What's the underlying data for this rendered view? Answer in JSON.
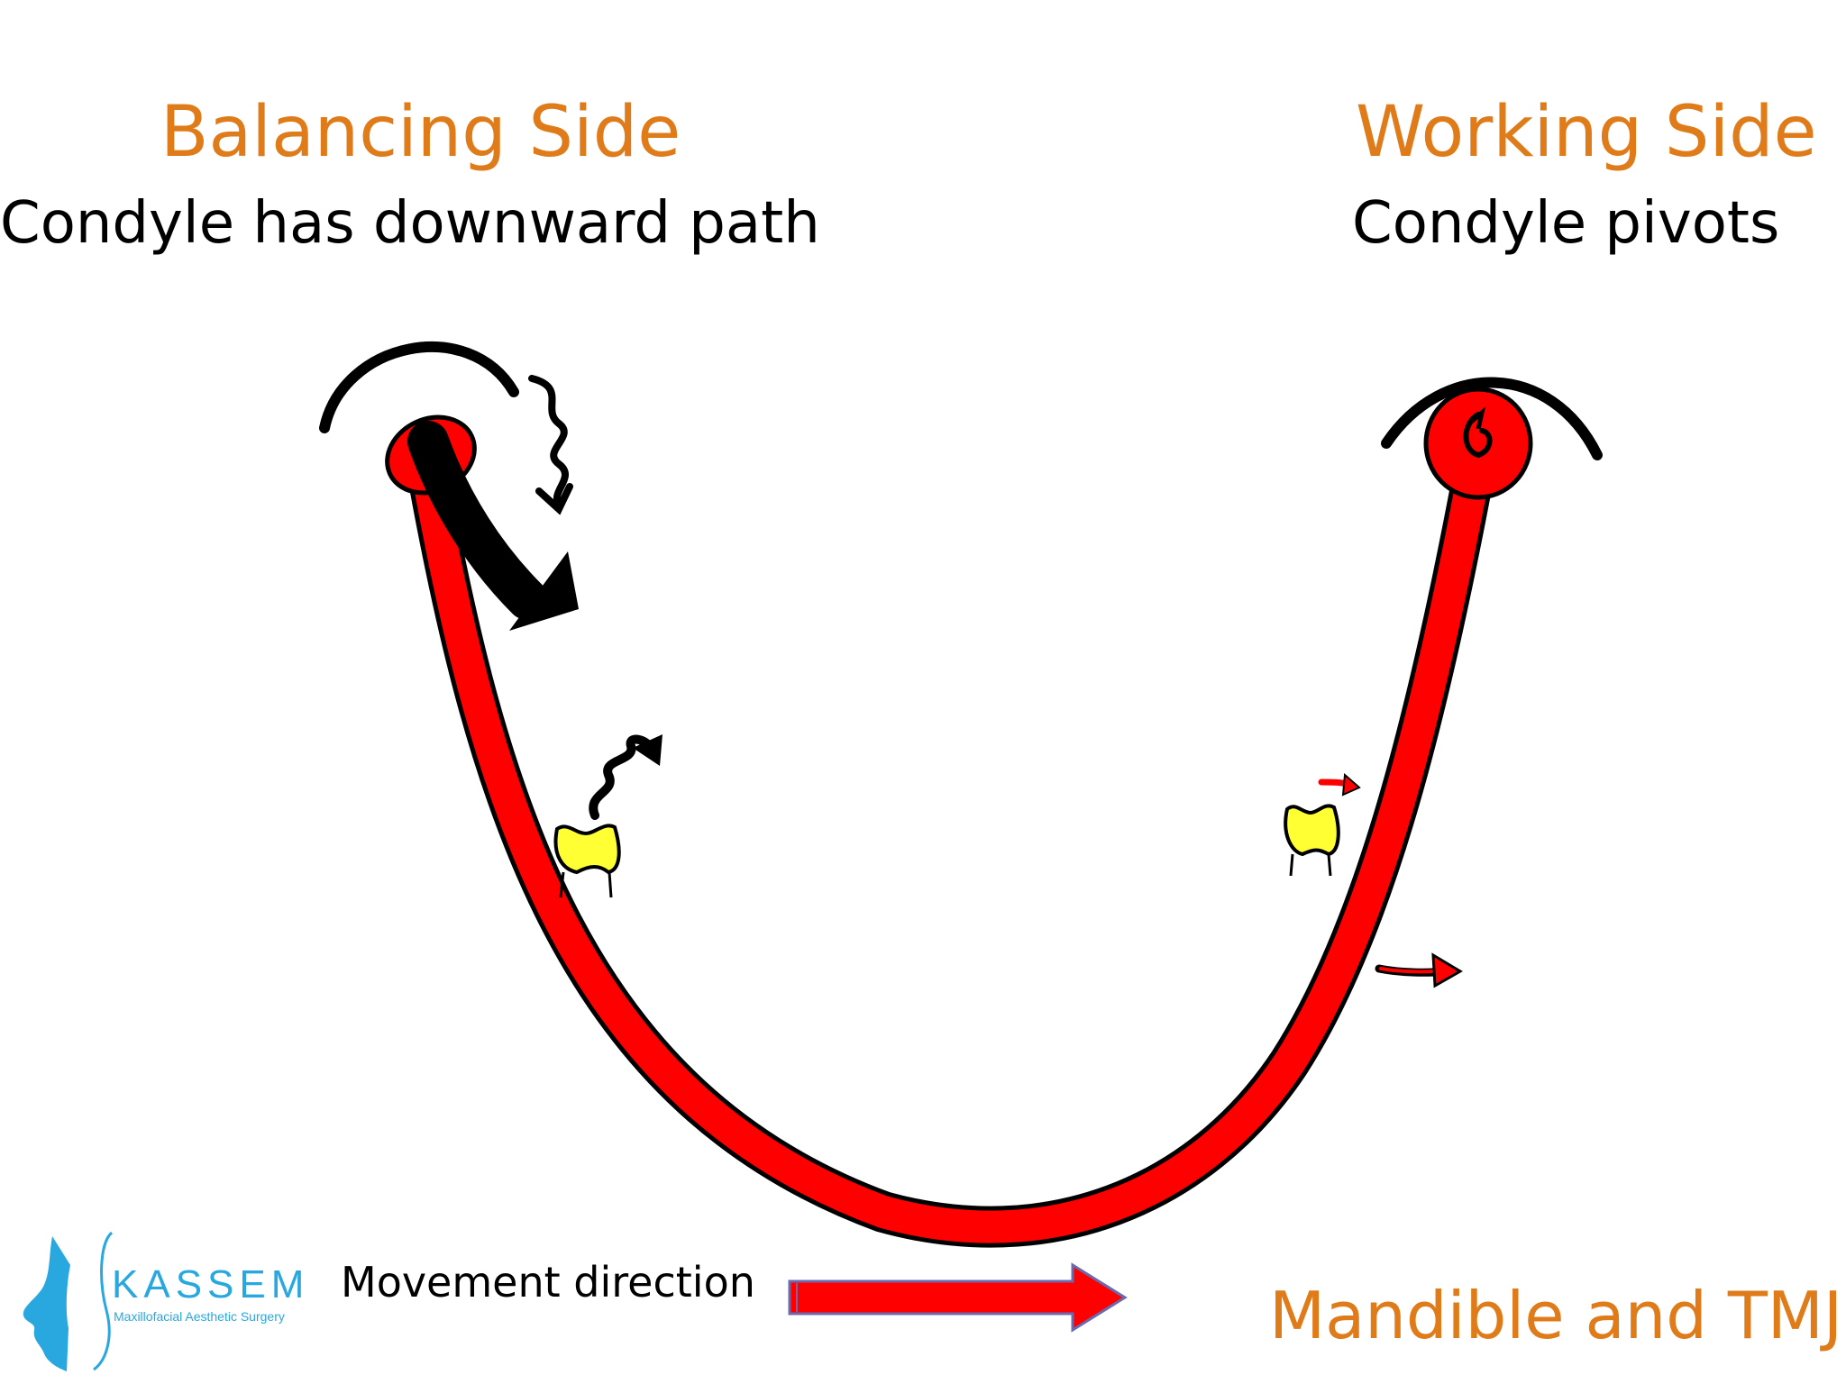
{
  "colors": {
    "accent": "#e07b1a",
    "mandible": "#ff0000",
    "outline": "#000000",
    "tooth": "#ffff33",
    "logo": "#29a8e0"
  },
  "balancing": {
    "title": "Balancing Side",
    "description": "Condyle has downward path"
  },
  "working": {
    "title": "Working Side",
    "description": "Condyle pivots"
  },
  "legend": {
    "label": "Movement direction"
  },
  "logo": {
    "name": "KASSEM",
    "tagline": "Maxillofacial Aesthetic Surgery"
  },
  "footer": {
    "title": "Mandible and TMJ"
  }
}
